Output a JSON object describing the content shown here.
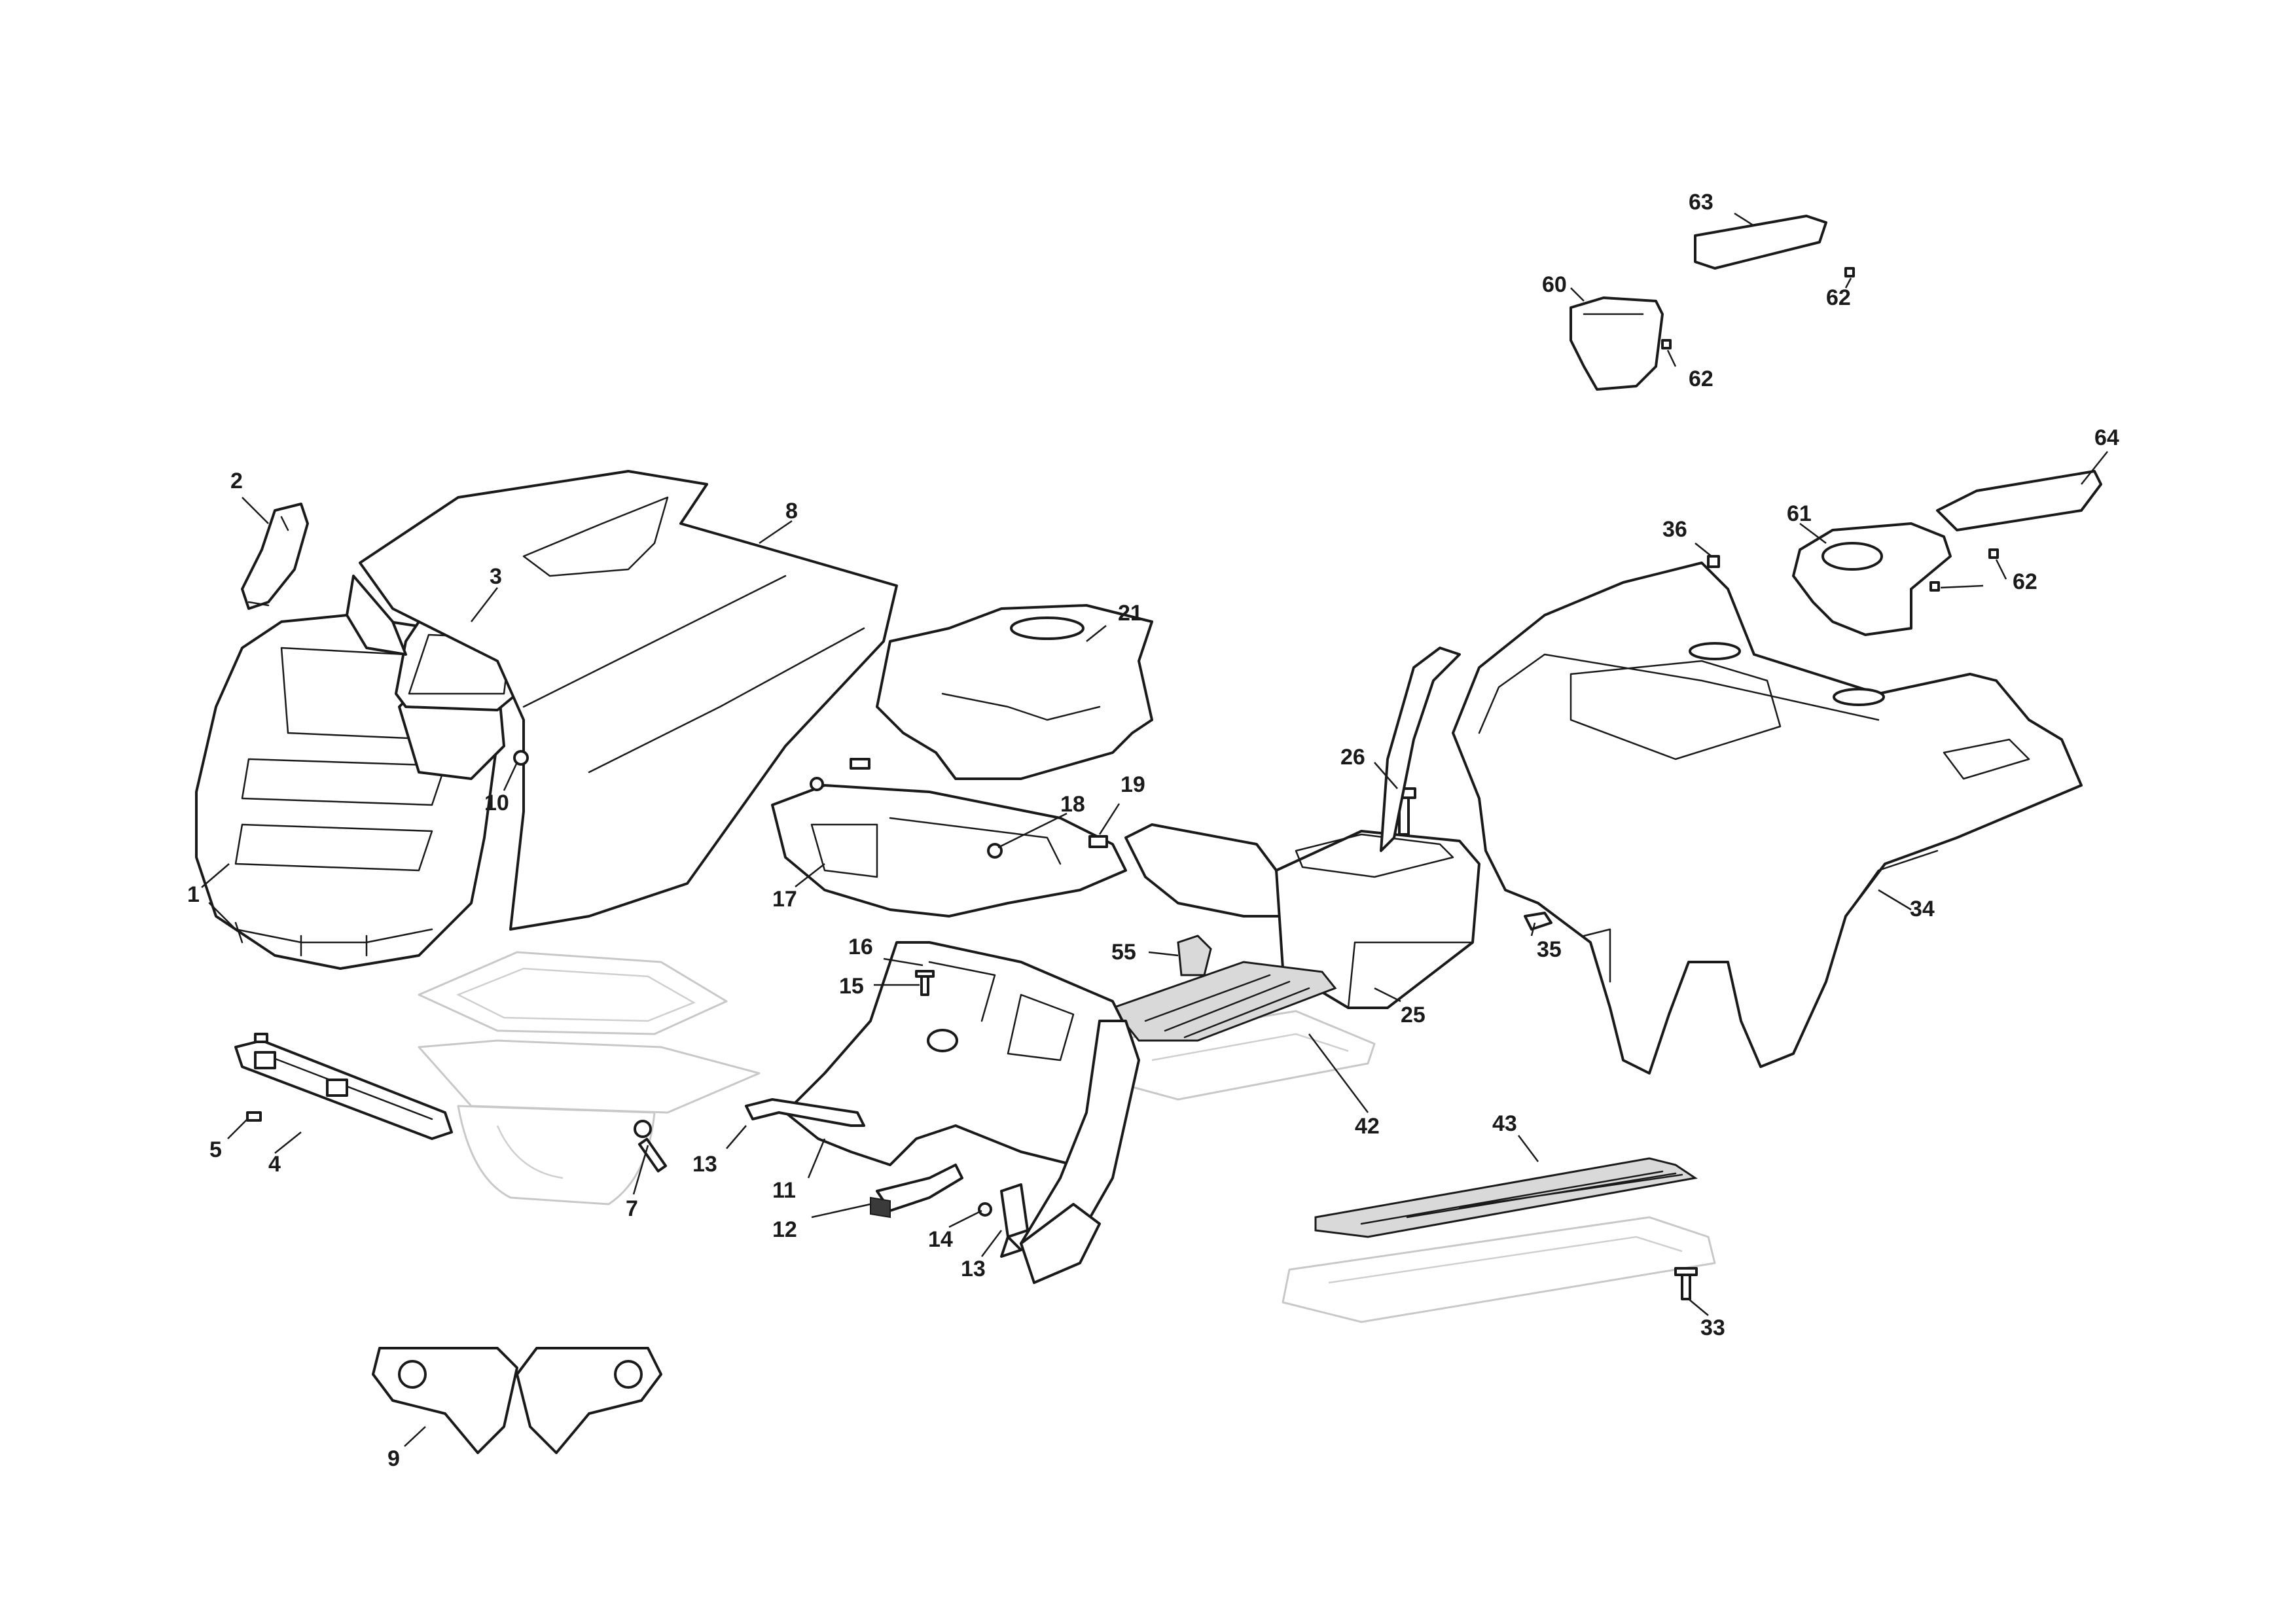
{
  "callouts": [
    {
      "id": "c1",
      "label": "1"
    },
    {
      "id": "c2",
      "label": "2"
    },
    {
      "id": "c3",
      "label": "3"
    },
    {
      "id": "c4",
      "label": "4"
    },
    {
      "id": "c5",
      "label": "5"
    },
    {
      "id": "c7",
      "label": "7"
    },
    {
      "id": "c8",
      "label": "8"
    },
    {
      "id": "c9",
      "label": "9"
    },
    {
      "id": "c10",
      "label": "10"
    },
    {
      "id": "c11",
      "label": "11"
    },
    {
      "id": "c12",
      "label": "12"
    },
    {
      "id": "c13a",
      "label": "13"
    },
    {
      "id": "c13b",
      "label": "13"
    },
    {
      "id": "c14",
      "label": "14"
    },
    {
      "id": "c15",
      "label": "15"
    },
    {
      "id": "c16",
      "label": "16"
    },
    {
      "id": "c17",
      "label": "17"
    },
    {
      "id": "c18",
      "label": "18"
    },
    {
      "id": "c19",
      "label": "19"
    },
    {
      "id": "c21",
      "label": "21"
    },
    {
      "id": "c25",
      "label": "25"
    },
    {
      "id": "c26",
      "label": "26"
    },
    {
      "id": "c33",
      "label": "33"
    },
    {
      "id": "c34",
      "label": "34"
    },
    {
      "id": "c35",
      "label": "35"
    },
    {
      "id": "c36",
      "label": "36"
    },
    {
      "id": "c42",
      "label": "42"
    },
    {
      "id": "c43",
      "label": "43"
    },
    {
      "id": "c55",
      "label": "55"
    },
    {
      "id": "c60",
      "label": "60"
    },
    {
      "id": "c61",
      "label": "61"
    },
    {
      "id": "c62a",
      "label": "62"
    },
    {
      "id": "c62b",
      "label": "62"
    },
    {
      "id": "c62c",
      "label": "62"
    },
    {
      "id": "c63",
      "label": "63"
    },
    {
      "id": "c64",
      "label": "64"
    }
  ]
}
